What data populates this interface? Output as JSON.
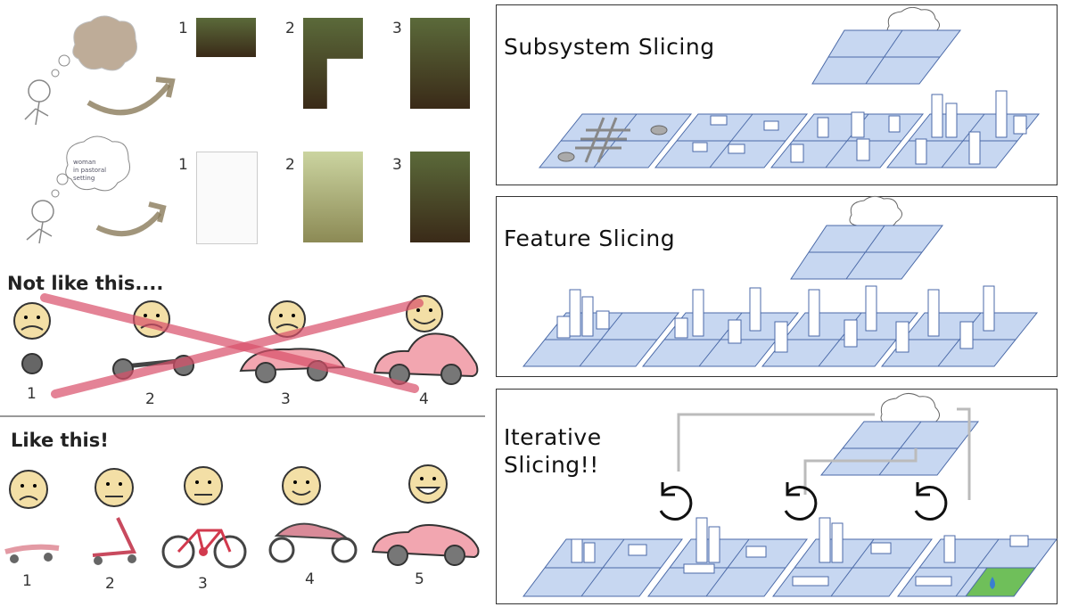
{
  "panels": [
    {
      "title": "Subsystem Slicing"
    },
    {
      "title": "Feature Slicing"
    },
    {
      "title": "Iterative\nSlicing!!"
    }
  ],
  "mona": {
    "row1_steps": [
      "1",
      "2",
      "3"
    ],
    "row2_steps": [
      "1",
      "2",
      "3"
    ],
    "thought_text": "woman\nin pastoral\nsetting"
  },
  "not_like_this": {
    "label": "Not like this....",
    "steps": [
      "1",
      "2",
      "3",
      "4"
    ]
  },
  "like_this": {
    "label": "Like this!",
    "steps": [
      "1",
      "2",
      "3",
      "4",
      "5"
    ]
  },
  "colors": {
    "tile": "#c7d7f1",
    "tile_edge": "#4b6aa8",
    "cross": "#d9506a",
    "car": "#f2a6b0",
    "grass": "#6fbf5a"
  }
}
